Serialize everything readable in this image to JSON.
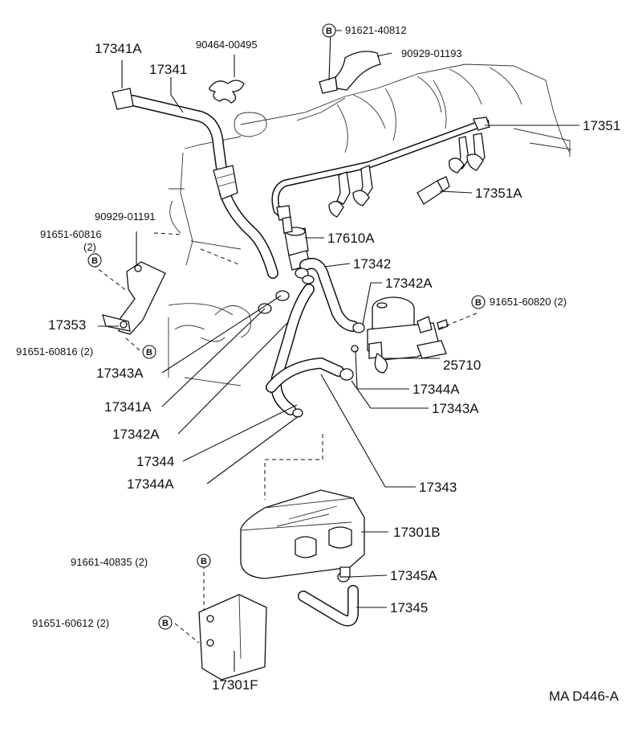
{
  "labels": {
    "p17341A_top": "17341A",
    "p17341": "17341",
    "p90464": "90464-00495",
    "p91621": "91621-40812",
    "p90929_01193": "90929-01193",
    "p17351": "17351",
    "p17351A": "17351A",
    "p17610A": "17610A",
    "p17342": "17342",
    "p17342A_right": "17342A",
    "p91651_60820": "91651-60820 (2)",
    "p90929_01191": "90929-01191",
    "p91651_60816_top": "91651-60816",
    "p91651_60816_top_qty": "(2)",
    "p17353": "17353",
    "p91651_60816_bot": "91651-60816 (2)",
    "p17343A_left": "17343A",
    "p17341A_low": "17341A",
    "p17342A_low": "17342A",
    "p17344": "17344",
    "p17344A_low": "17344A",
    "p25710": "25710",
    "p17344A_right": "17344A",
    "p17343A_right": "17343A",
    "p17343": "17343",
    "p17301B": "17301B",
    "p91661": "91661-40835 (2)",
    "p17345A": "17345A",
    "p17345": "17345",
    "p91651_60612": "91651-60612 (2)",
    "p17301F": "17301F",
    "code": "MA  D446-A"
  },
  "bolt_marker": "B"
}
